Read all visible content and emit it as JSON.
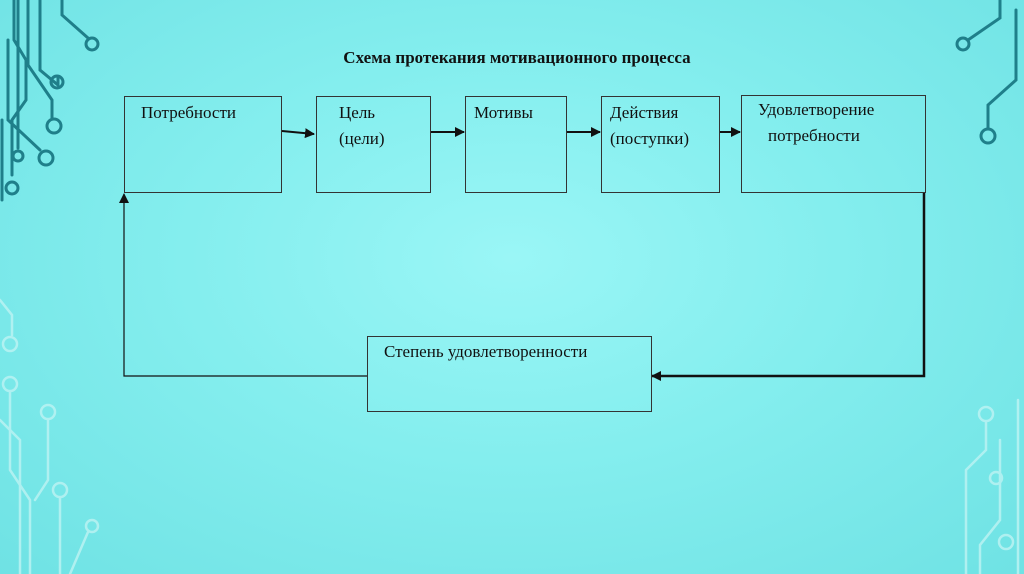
{
  "title": "Схема протекания мотивационного процесса",
  "nodes": {
    "needs": "Потребности",
    "goal": [
      "Цель",
      "(цели)"
    ],
    "motives": "Мотивы",
    "actions": [
      "Действия",
      "(поступки)"
    ],
    "satisfaction": [
      "Удовлетворение",
      "потребности"
    ],
    "degree": "Степень удовлетворенности"
  },
  "colors": {
    "background": "#84eeee",
    "decor_dark": "#1f7f8a",
    "decor_light": "#b6f2f2",
    "line": "#111111"
  }
}
